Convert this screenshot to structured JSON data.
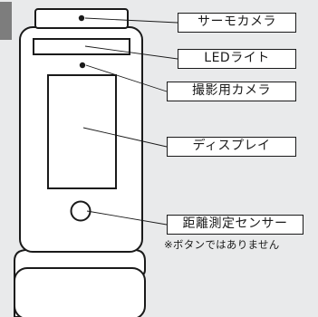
{
  "labels": {
    "thermo_camera": "サーモカメラ",
    "led_light": "LEDライト",
    "shooting_camera": "撮影用カメラ",
    "display": "ディスプレイ",
    "distance_sensor": "距離測定センサー"
  },
  "note": "※ボタンではありません",
  "colors": {
    "background": "#e9eaeb",
    "line": "#1a1a1a",
    "body": "#ffffff",
    "accent_tab": "#7d7d7d"
  }
}
